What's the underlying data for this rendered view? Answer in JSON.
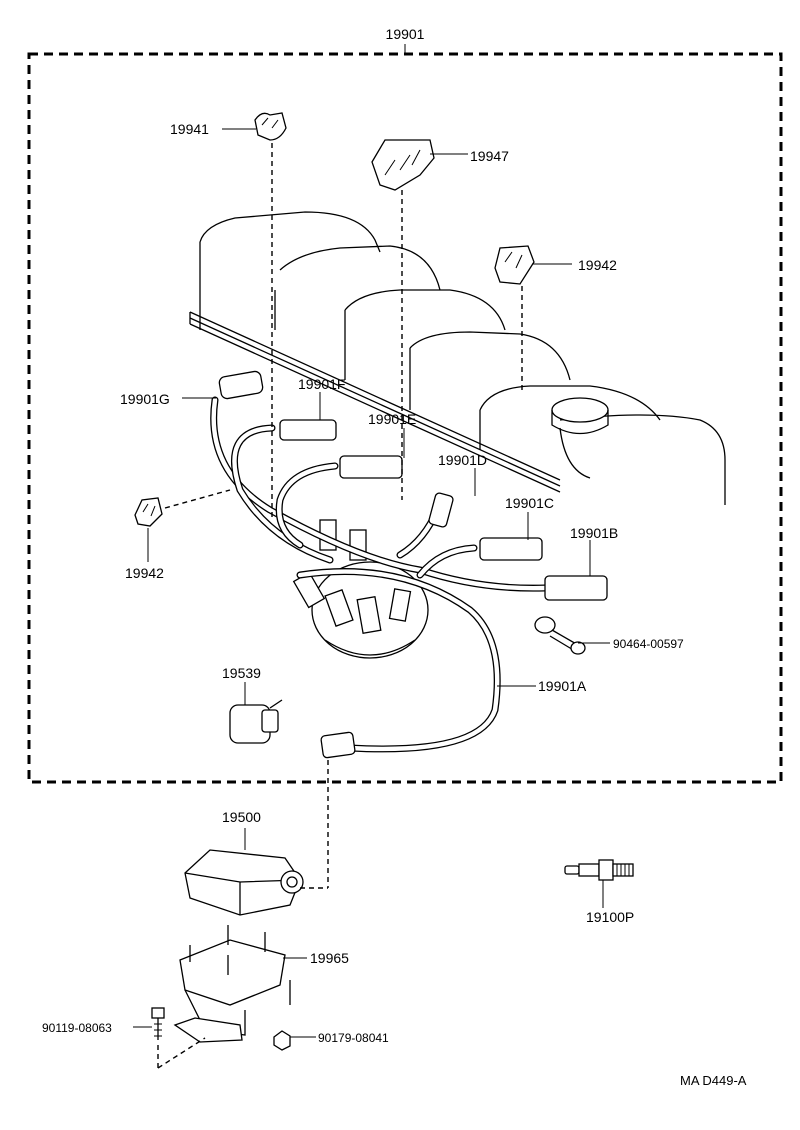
{
  "diagram": {
    "assembly_label": "19901",
    "drawing_code": "MA  D449-A",
    "part_labels": {
      "p19941": "19941",
      "p19947": "19947",
      "p19942_top": "19942",
      "p19942_left": "19942",
      "p19901G": "19901G",
      "p19901F": "19901F",
      "p19901E": "19901E",
      "p19901D": "19901D",
      "p19901C": "19901C",
      "p19901B": "19901B",
      "p19901A": "19901A",
      "p90464": "90464-00597",
      "p19539": "19539",
      "p19500": "19500",
      "p19965": "19965",
      "p19100P": "19100P",
      "p90119": "90119-08063",
      "p90179": "90179-08041"
    }
  }
}
